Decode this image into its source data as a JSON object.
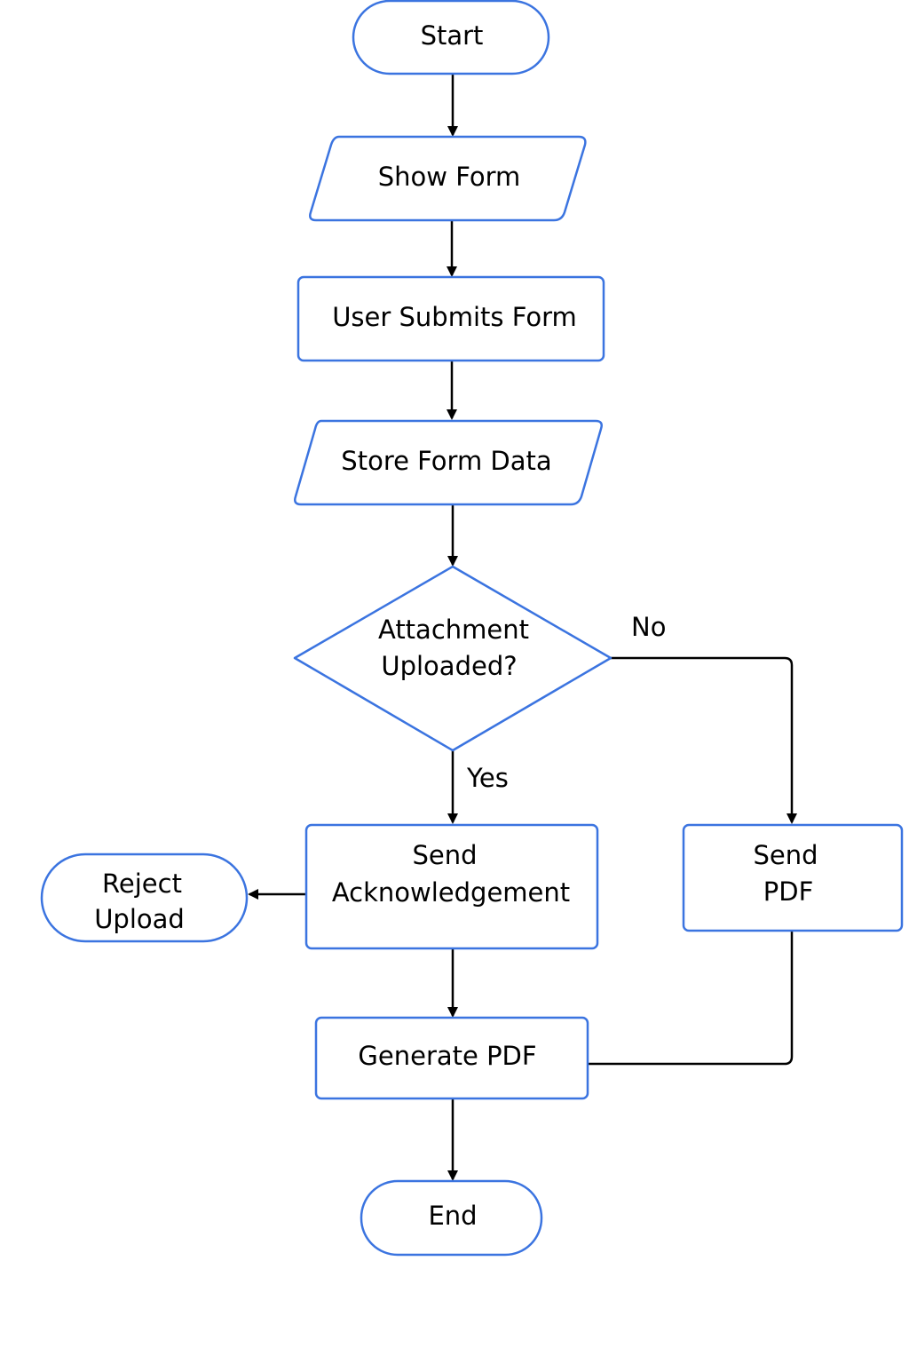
{
  "nodes": {
    "start": {
      "label": "Start"
    },
    "show_form": {
      "label": "Show Form"
    },
    "user_submits_form": {
      "label": "User Submits Form"
    },
    "store_form_data": {
      "label": "Store Form Data"
    },
    "attachment_uploaded": {
      "label_line1": "Attachment",
      "label_line2": "Uploaded?"
    },
    "send_acknowledgement": {
      "label_line1": "Send",
      "label_line2": "Acknowledgement"
    },
    "reject_upload": {
      "label_line1": "Reject",
      "label_line2": "Upload"
    },
    "send_pdf": {
      "label_line1": "Send",
      "label_line2": "PDF"
    },
    "generate_pdf": {
      "label": "Generate PDF"
    },
    "end": {
      "label": "End"
    }
  },
  "edges": {
    "no_label": "No",
    "yes_label": "Yes"
  },
  "colors": {
    "shape_stroke": "#3b74e0",
    "connector": "#000000",
    "text": "#000000",
    "background": "#ffffff"
  }
}
